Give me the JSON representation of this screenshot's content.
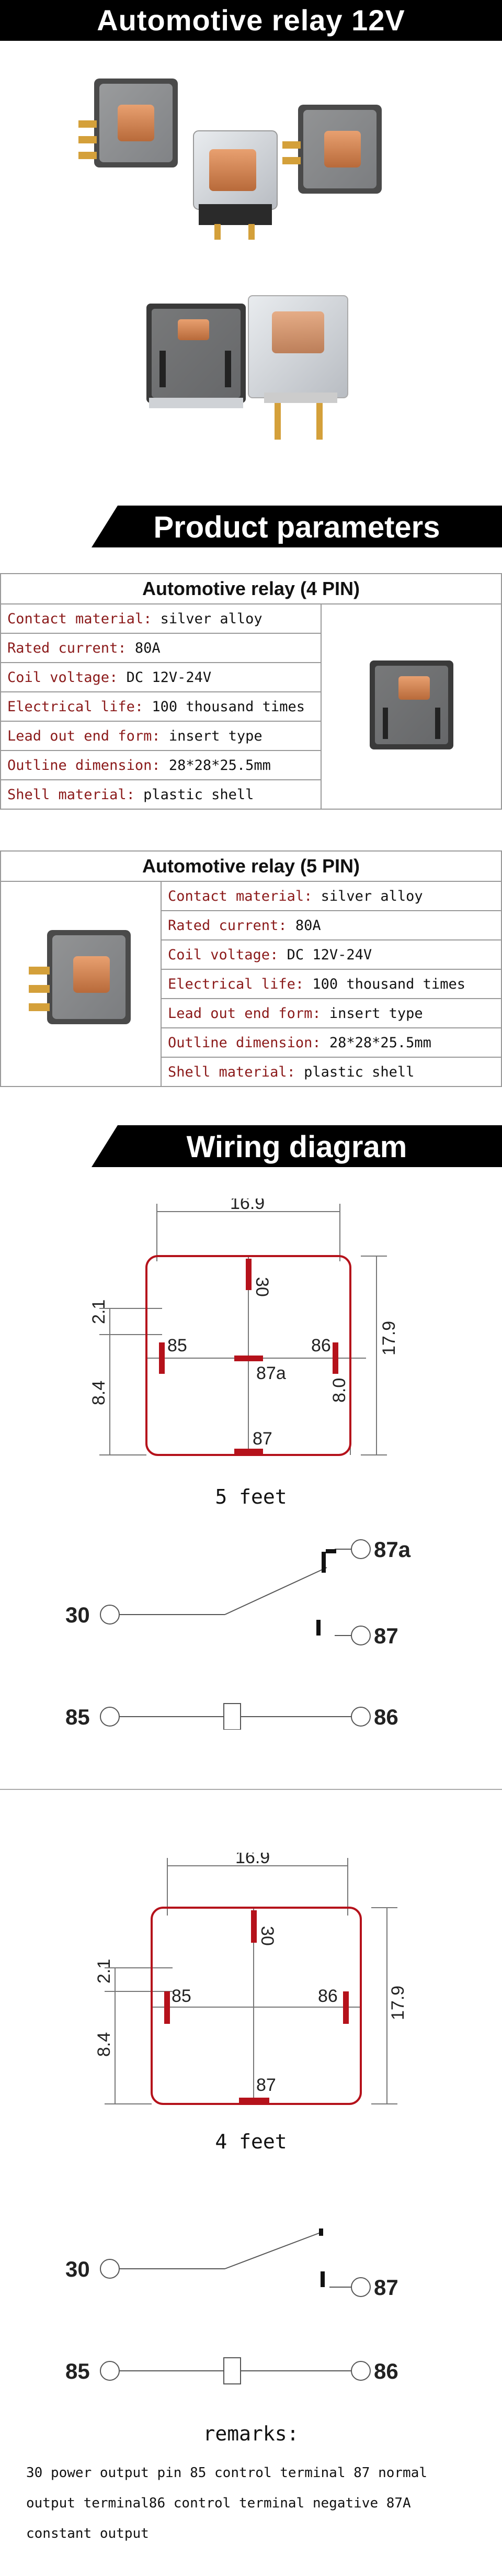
{
  "header": {
    "title": "Automotive relay 12V"
  },
  "sections": {
    "params": "Product parameters",
    "wiring": "Wiring diagram"
  },
  "table4": {
    "title": "Automotive relay (4 PIN)",
    "rows": [
      {
        "label": "Contact material:",
        "value": "silver alloy"
      },
      {
        "label": "Rated current:",
        "value": "80A"
      },
      {
        "label": "Coil voltage:",
        "value": "DC 12V-24V"
      },
      {
        "label": "Electrical life:",
        "value": "100 thousand times"
      },
      {
        "label": "Lead out end form:",
        "value": "insert type"
      },
      {
        "label": "Outline dimension:",
        "value": "28*28*25.5mm"
      },
      {
        "label": "Shell material:",
        "value": "plastic shell"
      }
    ]
  },
  "table5": {
    "title": "Automotive relay (5 PIN)",
    "rows": [
      {
        "label": "Contact material:",
        "value": "silver alloy"
      },
      {
        "label": "Rated current:",
        "value": "80A"
      },
      {
        "label": "Coil voltage:",
        "value": "DC 12V-24V"
      },
      {
        "label": "Electrical life:",
        "value": "100 thousand times"
      },
      {
        "label": "Lead out end form:",
        "value": "insert type"
      },
      {
        "label": "Outline dimension:",
        "value": "28*28*25.5mm"
      },
      {
        "label": "Shell material:",
        "value": "plastic shell"
      }
    ]
  },
  "diagram5": {
    "width_label": "16.9",
    "height_label": "17.9",
    "left_top": "2.1",
    "left_bottom": "8.4",
    "right_bottom": "8.0",
    "pins": {
      "p30": "30",
      "p85": "85",
      "p86": "86",
      "p87a": "87a",
      "p87": "87"
    },
    "caption": "5 feet"
  },
  "circuit5": {
    "p30": "30",
    "p87a": "87a",
    "p87": "87",
    "p85": "85",
    "p86": "86"
  },
  "diagram4": {
    "width_label": "16.9",
    "height_label": "17.9",
    "left_top": "2.1",
    "left_bottom": "8.4",
    "pins": {
      "p30": "30",
      "p85": "85",
      "p86": "86",
      "p87": "87"
    },
    "caption": "4 feet"
  },
  "circuit4": {
    "p30": "30",
    "p87": "87",
    "p85": "85",
    "p86": "86"
  },
  "remarks": {
    "title": "remarks:",
    "line1": "30 power output pin 85 control terminal 87 normal",
    "line2": "output terminal86 control terminal negative 87A",
    "line3": "constant output"
  },
  "colors": {
    "accent_red": "#b5121b",
    "label_red": "#8b1a1a",
    "banner": "#000000"
  }
}
